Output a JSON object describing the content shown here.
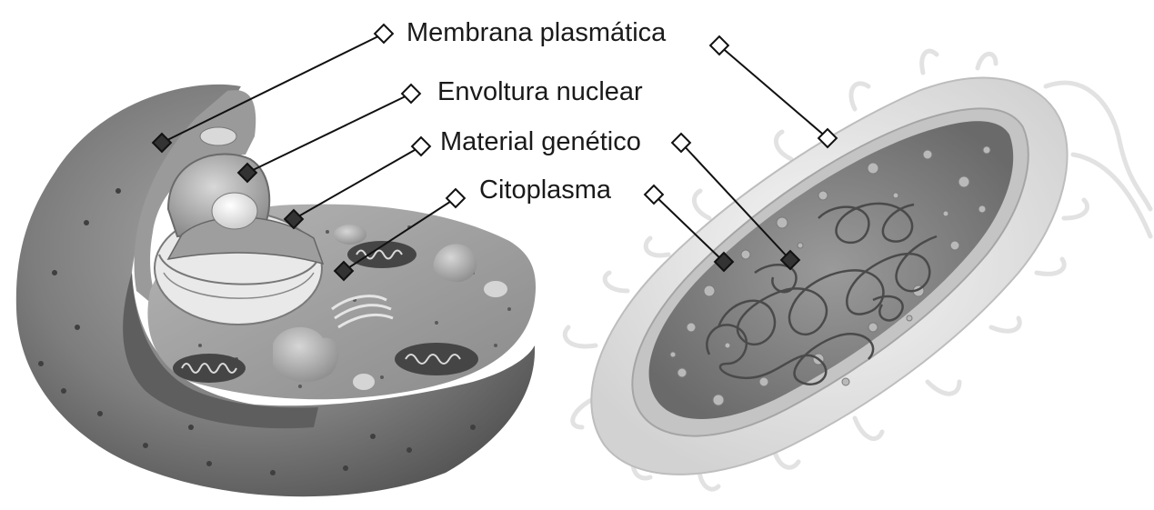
{
  "labels": {
    "membrane": "Membrana plasmática",
    "nuclear_envelope": "Envoltura nuclear",
    "genetic_material": "Material genético",
    "cytoplasm": "Citoplasma"
  }
}
